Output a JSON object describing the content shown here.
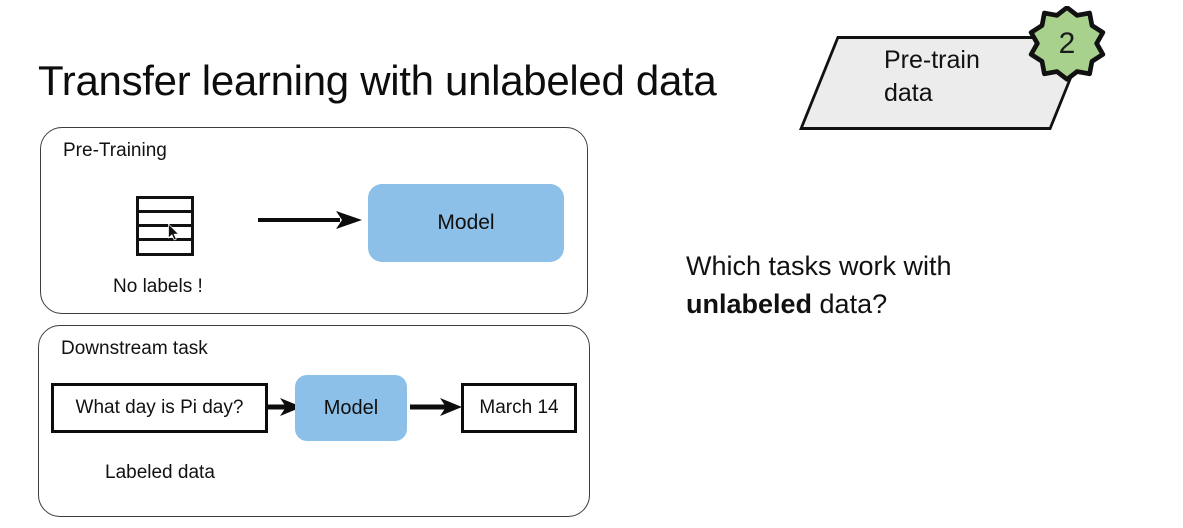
{
  "slide": {
    "title": "Transfer learning with unlabeled data",
    "background_color": "#ffffff"
  },
  "badge": {
    "shape_name": "parallelogram",
    "label_line1": "Pre-train",
    "label_line2": "data",
    "fill_color": "#ececec",
    "star": {
      "number": "2",
      "fill_color": "#a9d18e",
      "points": 10
    }
  },
  "pretraining_card": {
    "label": "Pre-Training",
    "data_icon_name": "table-rows-icon",
    "cursor_icon_name": "mouse-cursor-icon",
    "arrow_name": "arrow-right",
    "model_label": "Model",
    "model_color": "#8cc0e8",
    "caption": "No labels !"
  },
  "downstream_card": {
    "label": "Downstream task",
    "question_box": "What day is Pi day?",
    "model_label": "Model",
    "model_color": "#8cc0e8",
    "answer_box": "March 14",
    "caption": "Labeled data"
  },
  "question_panel": {
    "line1": "Which tasks work with",
    "emphasis": "unlabeled",
    "line2_tail": " data?"
  }
}
